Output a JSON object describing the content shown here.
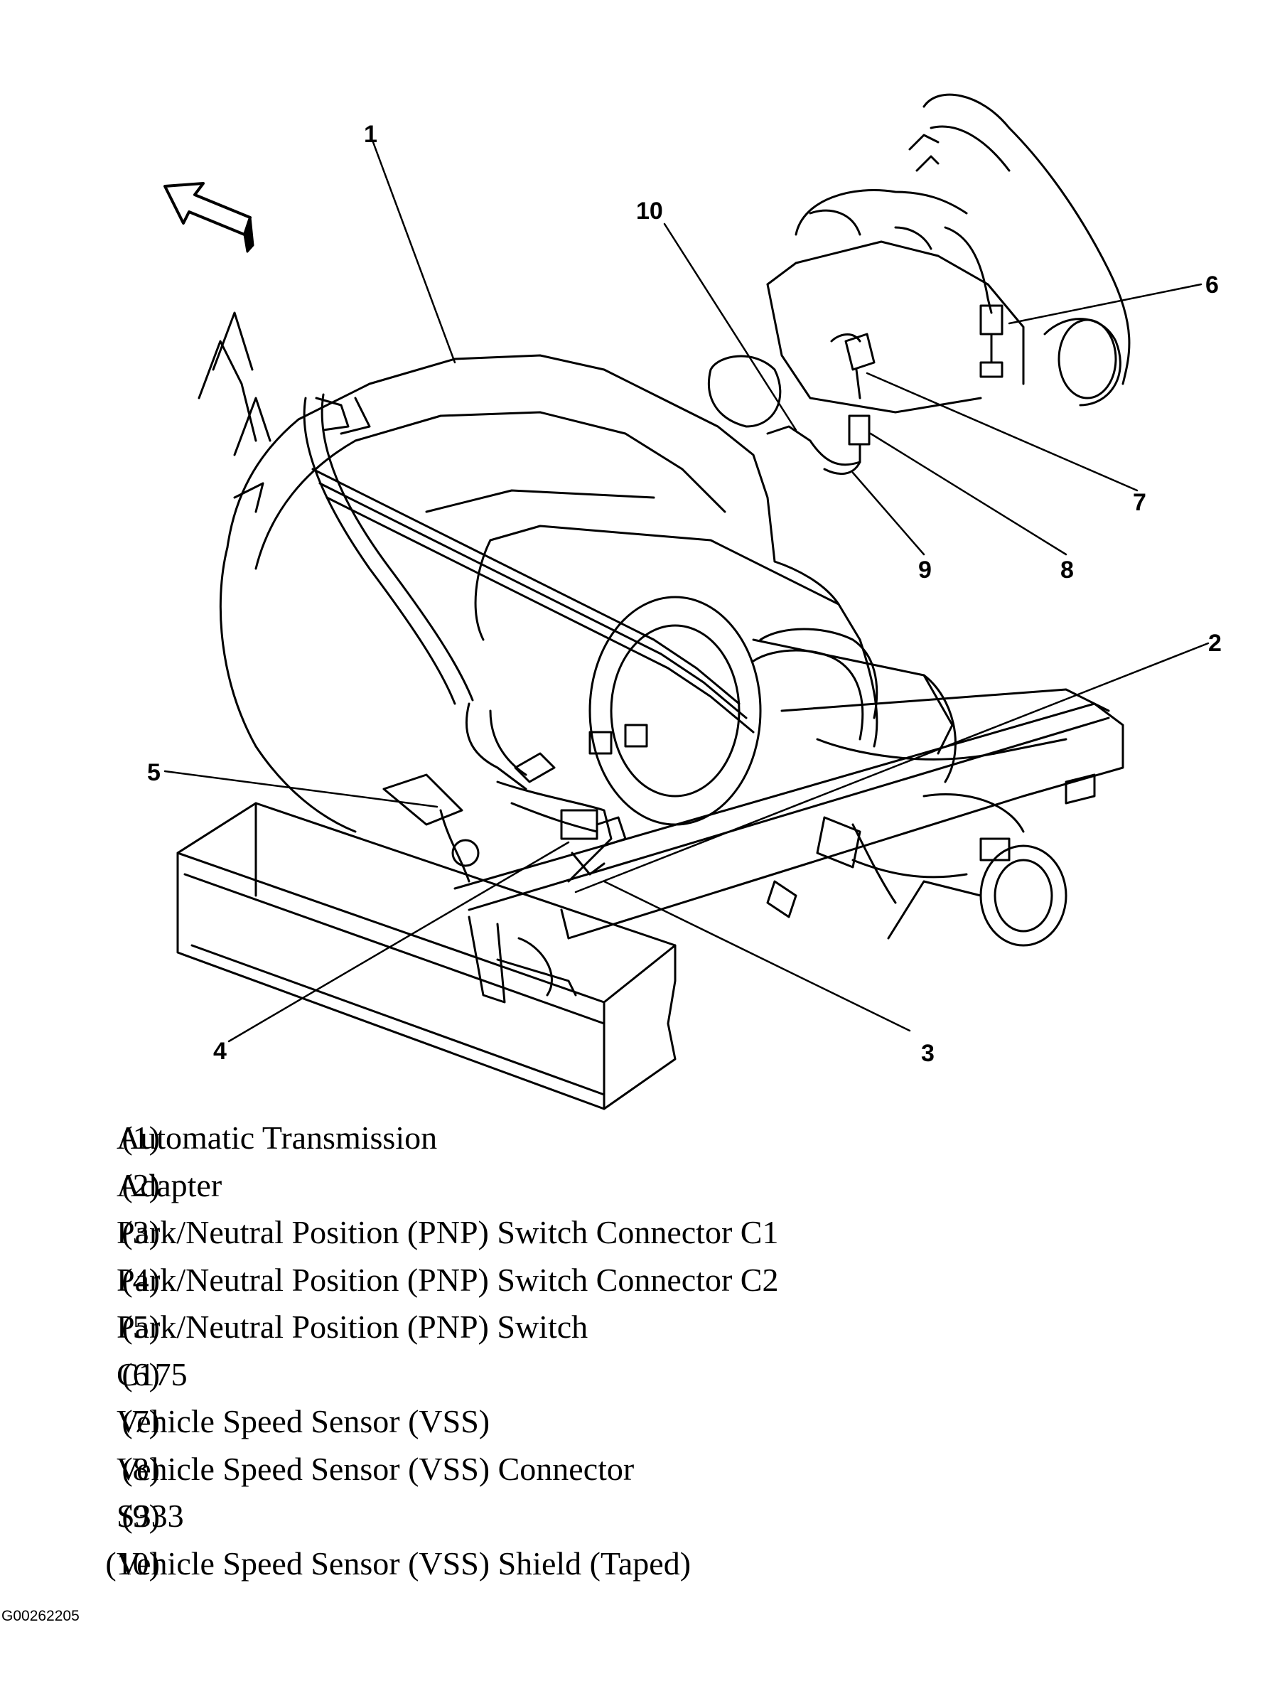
{
  "callouts": [
    "1",
    "2",
    "3",
    "4",
    "5",
    "6",
    "7",
    "8",
    "9",
    "10"
  ],
  "legend": [
    {
      "num": "(1)",
      "label": "Automatic Transmission"
    },
    {
      "num": "(2)",
      "label": "Adapter"
    },
    {
      "num": "(3)",
      "label": "Park/Neutral Position (PNP) Switch Connector C1"
    },
    {
      "num": "(4)",
      "label": "Park/Neutral Position (PNP) Switch Connector C2"
    },
    {
      "num": "(5)",
      "label": "Park/Neutral Position (PNP) Switch"
    },
    {
      "num": "(6)",
      "label": "C175"
    },
    {
      "num": "(7)",
      "label": "Vehicle Speed Sensor (VSS)"
    },
    {
      "num": "(8)",
      "label": "Vehicle Speed Sensor (VSS) Connector"
    },
    {
      "num": "(9)",
      "label": "S333"
    },
    {
      "num": "(10)",
      "label": "Vehicle Speed Sensor (VSS) Shield (Taped)"
    }
  ],
  "figure_id": "G00262205",
  "colors": {
    "ink": "#000000",
    "paper": "#ffffff"
  },
  "icons": [
    "front-direction-arrow-icon"
  ]
}
